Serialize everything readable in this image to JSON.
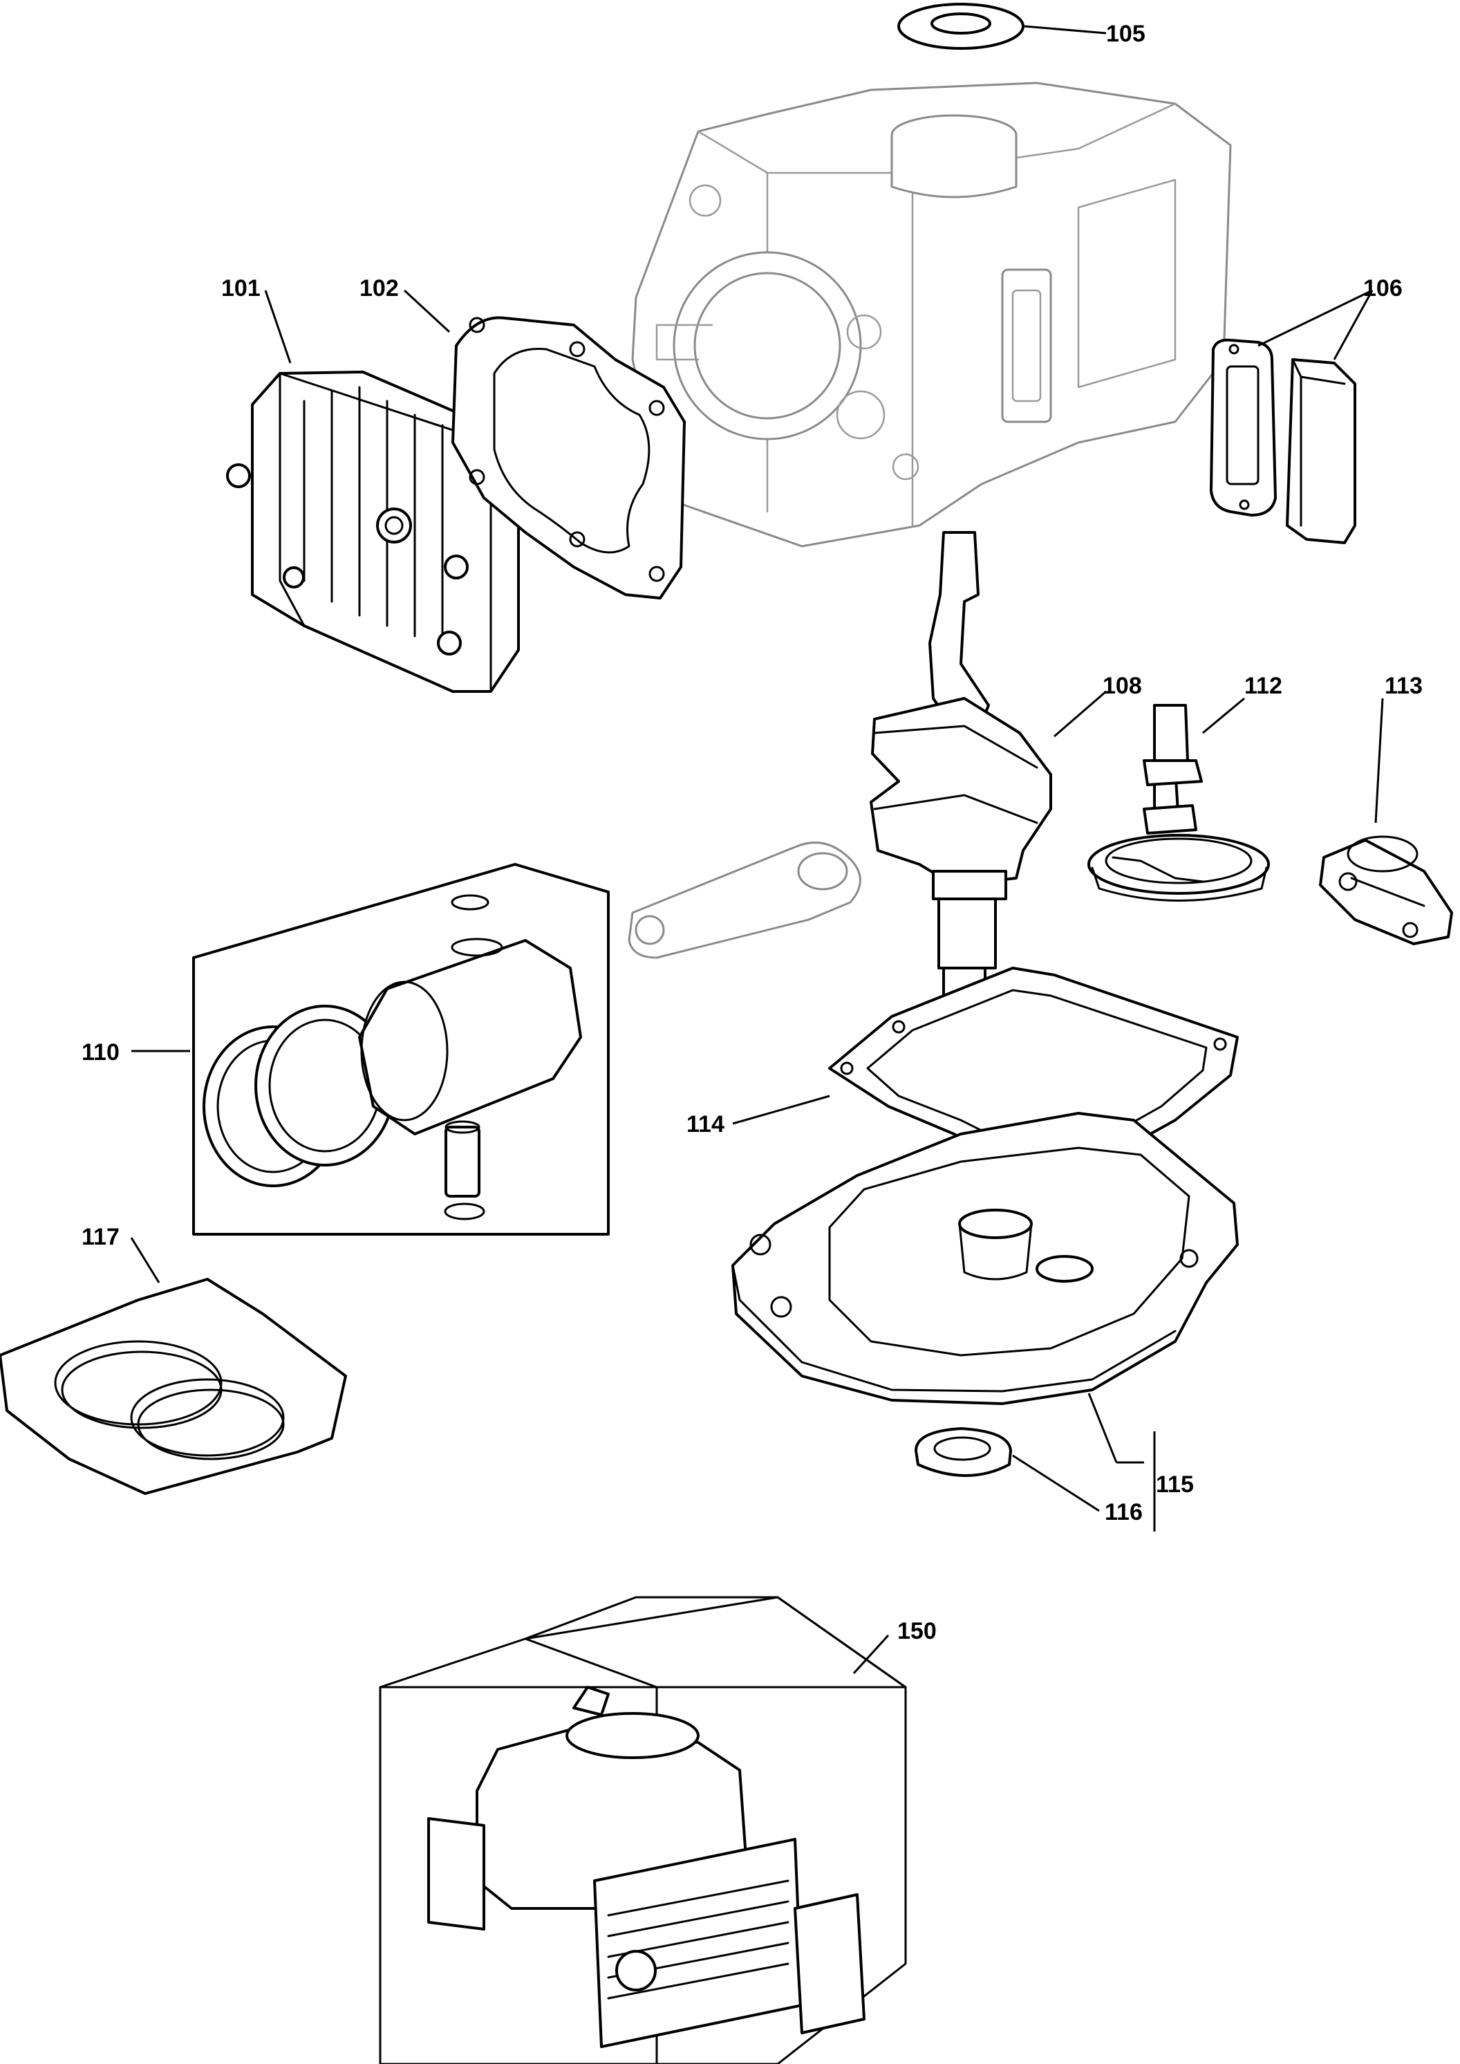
{
  "callouts": [
    {
      "id": "105",
      "text": "105"
    },
    {
      "id": "101",
      "text": "101"
    },
    {
      "id": "102",
      "text": "102"
    },
    {
      "id": "106",
      "text": "106"
    },
    {
      "id": "108",
      "text": "108"
    },
    {
      "id": "112",
      "text": "112"
    },
    {
      "id": "113",
      "text": "113"
    },
    {
      "id": "110",
      "text": "110"
    },
    {
      "id": "114",
      "text": "114"
    },
    {
      "id": "117",
      "text": "117"
    },
    {
      "id": "115",
      "text": "115"
    },
    {
      "id": "116",
      "text": "116"
    },
    {
      "id": "150",
      "text": "150"
    }
  ]
}
